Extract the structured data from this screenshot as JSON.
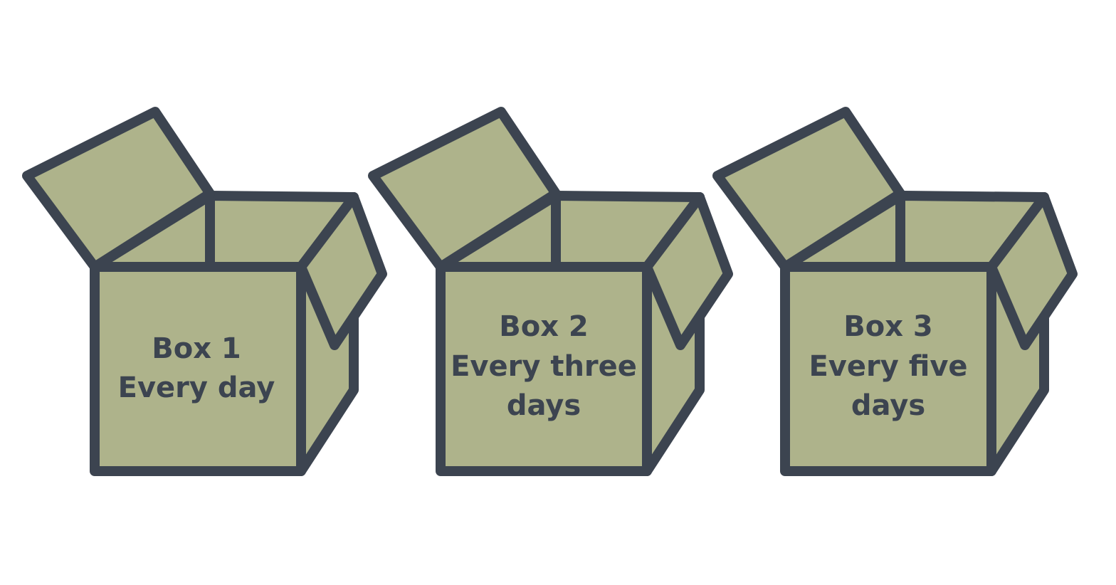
{
  "colors": {
    "box_fill": "#aeb38b",
    "box_outline": "#3c4450",
    "label_text": "#3c4450",
    "background": "#ffffff"
  },
  "boxes": [
    {
      "lines": [
        "Box 1",
        "Every day"
      ]
    },
    {
      "lines": [
        "Box 2",
        "Every three",
        "days"
      ]
    },
    {
      "lines": [
        "Box 3",
        "Every five",
        "days"
      ]
    }
  ]
}
